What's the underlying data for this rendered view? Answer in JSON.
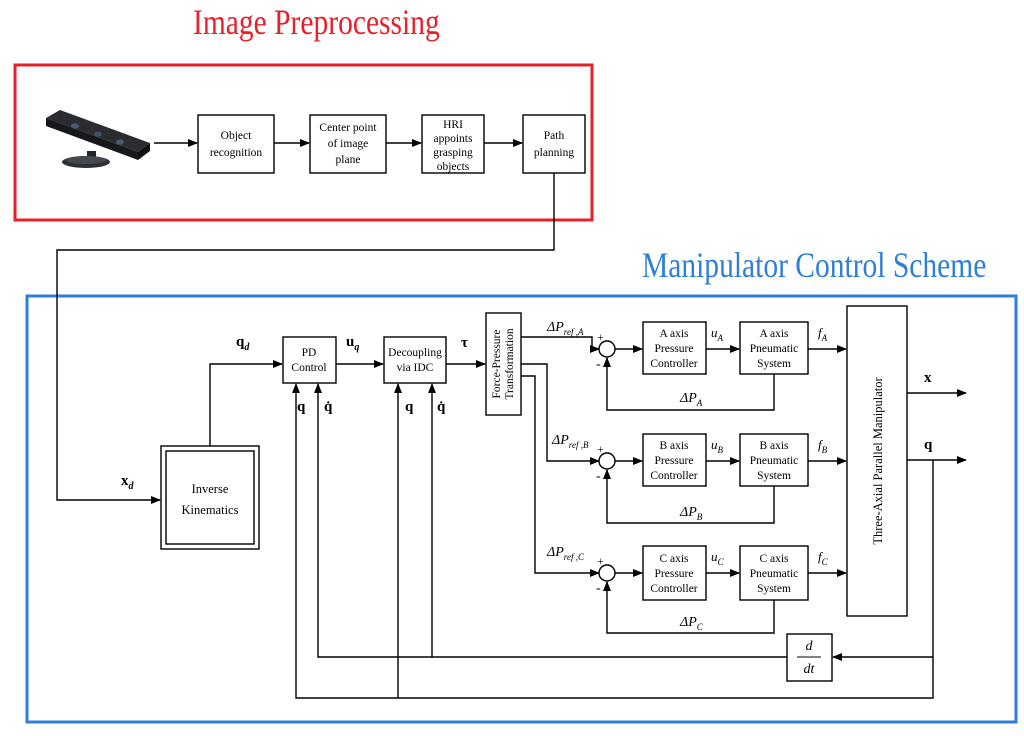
{
  "titles": {
    "preprocessing": "Image Preprocessing",
    "control": "Manipulator Control Scheme"
  },
  "colors": {
    "preprocessing_frame": "#e8202a",
    "control_frame": "#2f7ed8"
  },
  "icons": {
    "camera": "depth-camera-icon"
  },
  "blocks": {
    "object_recognition": [
      "Object",
      "recognition"
    ],
    "center_point": [
      "Center point",
      "of image",
      "plane"
    ],
    "hri": [
      "HRI",
      "appoints",
      "grasping",
      "objects"
    ],
    "path_planning": [
      "Path",
      "planning"
    ],
    "inverse_kinematics": [
      "Inverse",
      "Kinematics"
    ],
    "pd_control": [
      "PD",
      "Control"
    ],
    "decoupling": [
      "Decoupling",
      "via IDC"
    ],
    "force_pressure": [
      "Force-Pressure",
      "Transformation"
    ],
    "a_controller": [
      "A axis",
      "Pressure",
      "Controller"
    ],
    "a_system": [
      "A axis",
      "Pneumatic",
      "System"
    ],
    "b_controller": [
      "B axis",
      "Pressure",
      "Controller"
    ],
    "b_system": [
      "B axis",
      "Pneumatic",
      "System"
    ],
    "c_controller": [
      "C axis",
      "Pressure",
      "Controller"
    ],
    "c_system": [
      "C axis",
      "Pneumatic",
      "System"
    ],
    "manipulator": "Three-Axial Parallel Manipulator",
    "derivative": {
      "num": "d",
      "den": "dt"
    }
  },
  "signals": {
    "xd": {
      "base": "x",
      "sub": "d"
    },
    "qd": {
      "base": "q",
      "sub": "d"
    },
    "uq": {
      "base": "u",
      "sub": "q"
    },
    "tau": "τ",
    "q": "q",
    "qdot": "q̇",
    "x_out": "x",
    "q_out": "q",
    "dp_ref_a": {
      "base": "ΔP",
      "sub": "ref ,A"
    },
    "dp_ref_b": {
      "base": "ΔP",
      "sub": "ref ,B"
    },
    "dp_ref_c": {
      "base": "ΔP",
      "sub": "ref ,C"
    },
    "dp_a": {
      "base": "ΔP",
      "sub": "A"
    },
    "dp_b": {
      "base": "ΔP",
      "sub": "B"
    },
    "dp_c": {
      "base": "ΔP",
      "sub": "C"
    },
    "u_a": {
      "base": "u",
      "sub": "A"
    },
    "u_b": {
      "base": "u",
      "sub": "B"
    },
    "u_c": {
      "base": "u",
      "sub": "C"
    },
    "f_a": {
      "base": "f",
      "sub": "A"
    },
    "f_b": {
      "base": "f",
      "sub": "B"
    },
    "f_c": {
      "base": "f",
      "sub": "C"
    },
    "plus": "+",
    "minus": "-"
  }
}
